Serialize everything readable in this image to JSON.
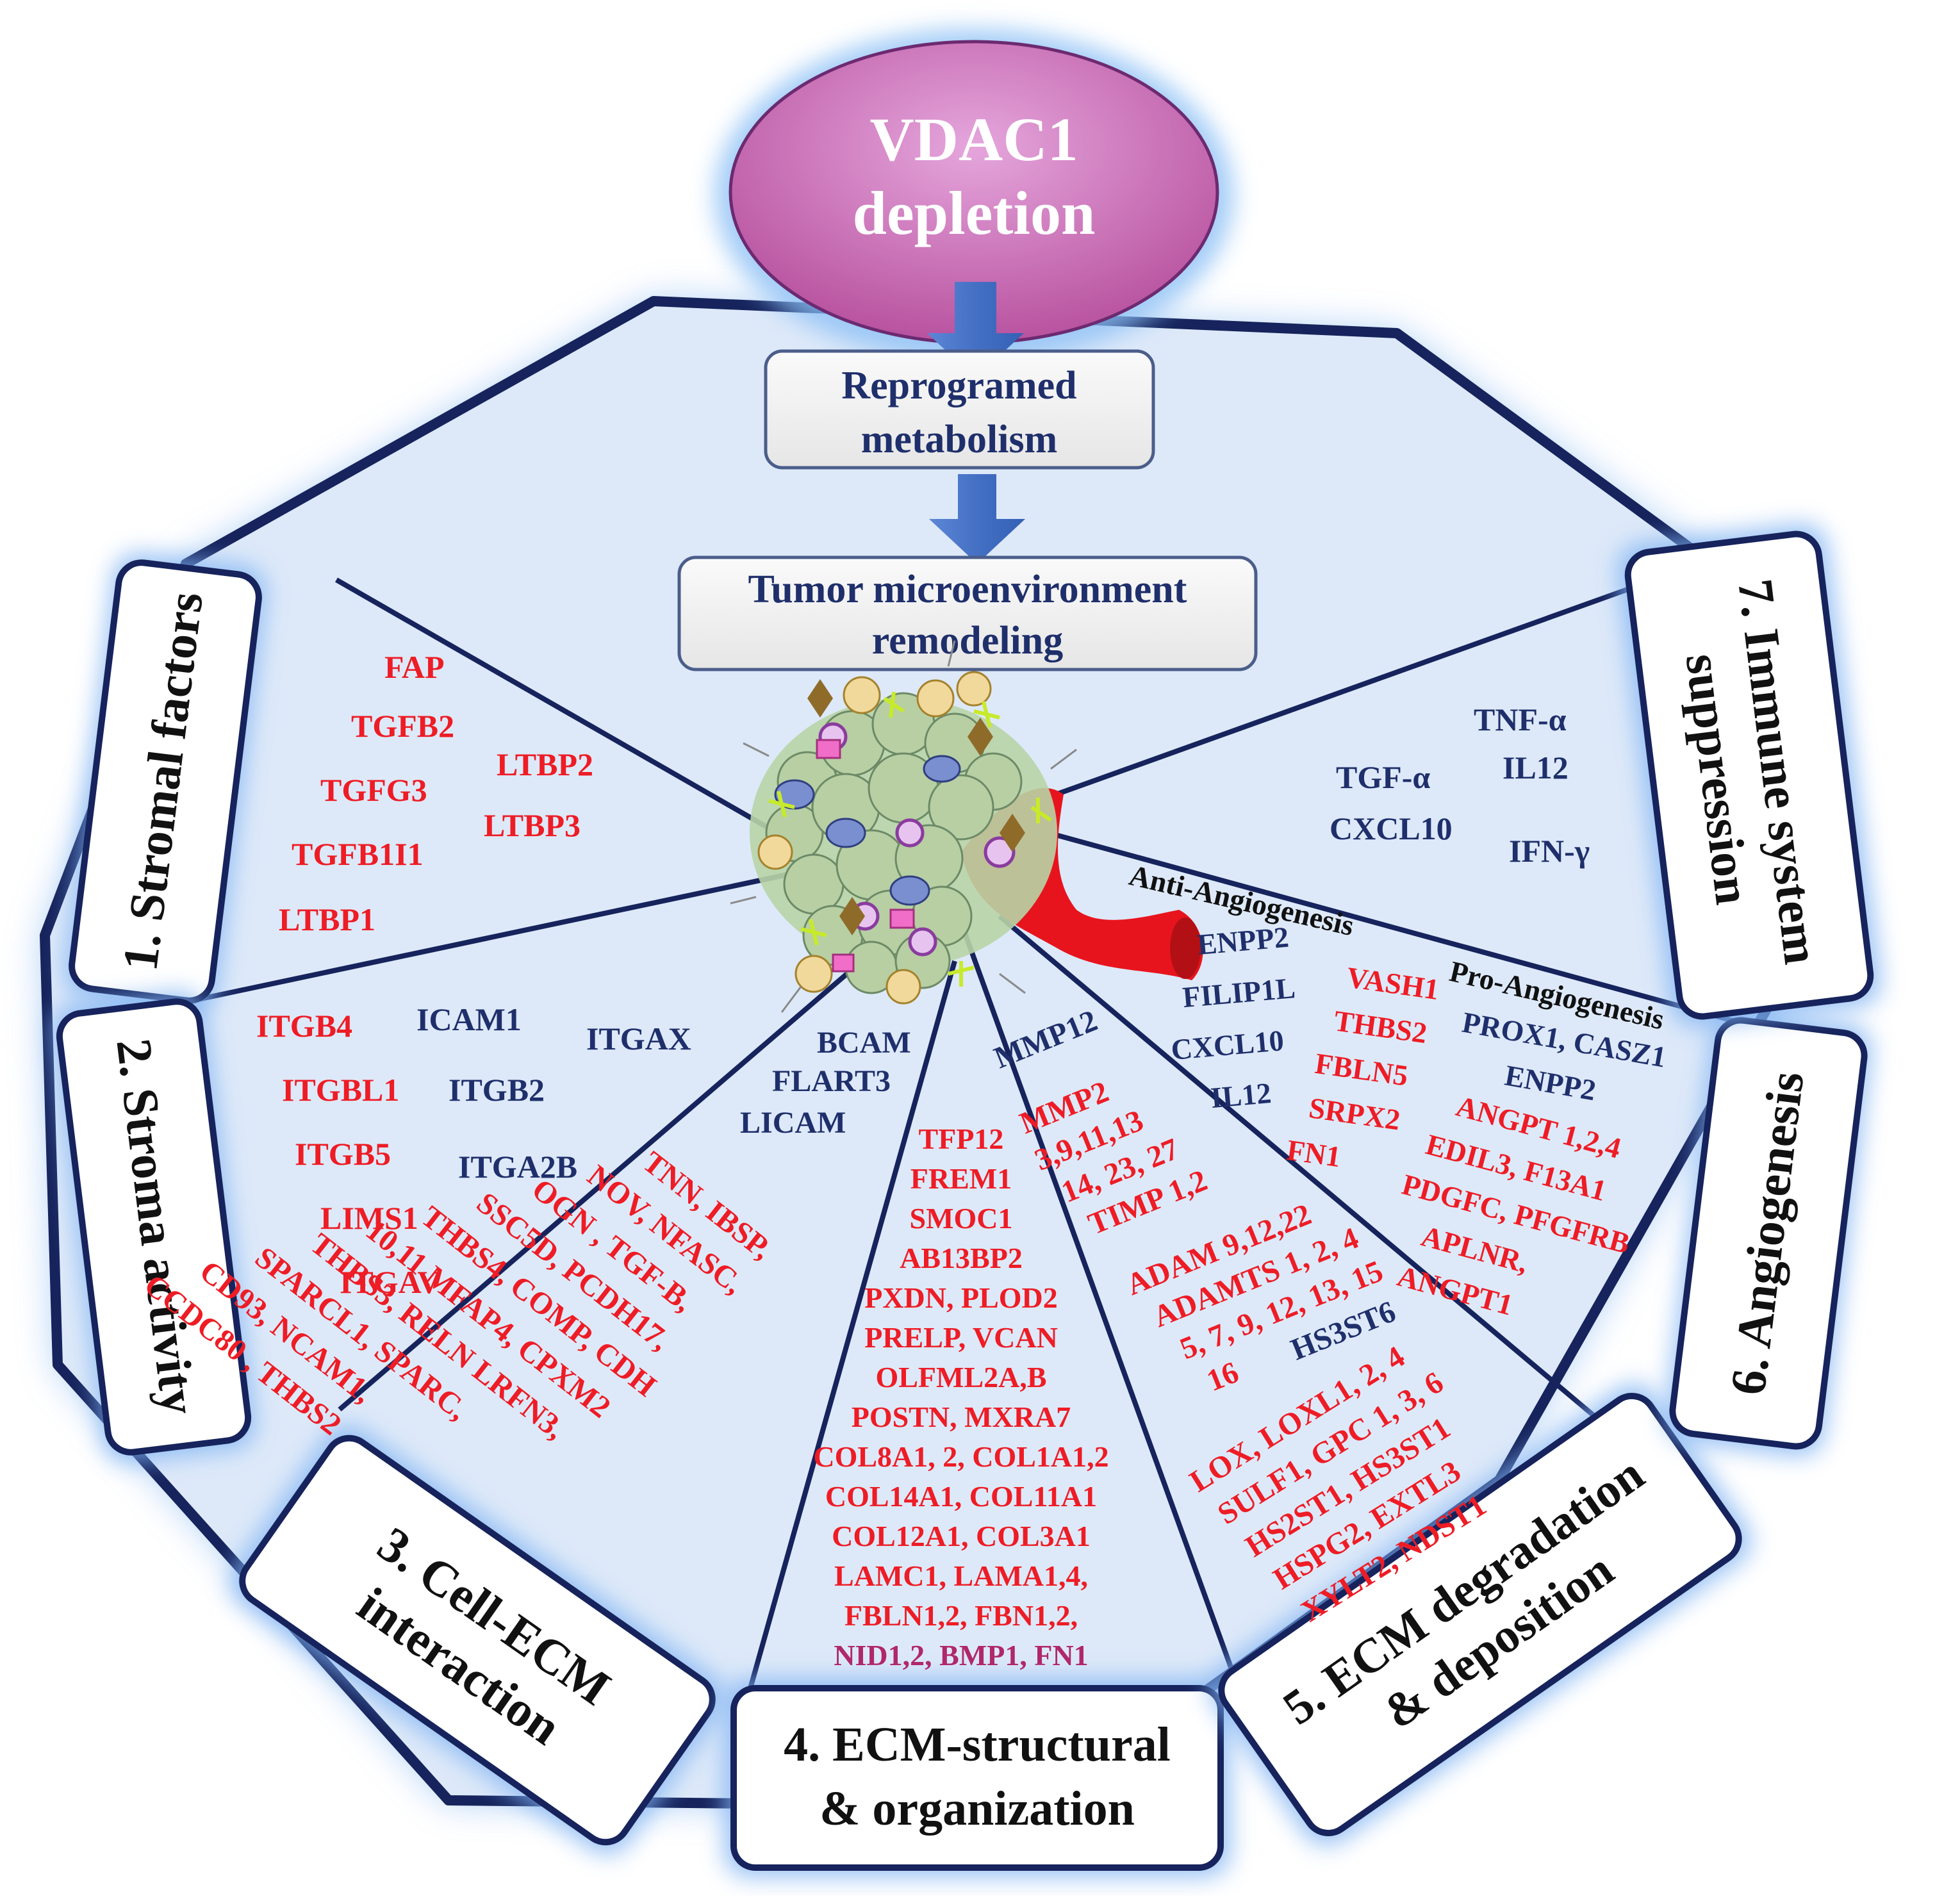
{
  "header": {
    "line1": "VDAC1",
    "line2": "depletion"
  },
  "flow": {
    "box1": [
      "Reprogramed",
      "metabolism"
    ],
    "box2": [
      "Tumor microenvironment",
      "remodeling"
    ]
  },
  "categories": {
    "c1": [
      "1. Stromal factors"
    ],
    "c2": [
      "2. Stroma activity"
    ],
    "c3": [
      "3. Cell-ECM",
      "interaction"
    ],
    "c4": [
      "4. ECM-structural",
      "& organization"
    ],
    "c5": [
      "5. ECM degradation",
      "& deposition"
    ],
    "c6": [
      "6. Angiogenesis"
    ],
    "c7": [
      "7. Immune system",
      "suppression"
    ]
  },
  "genes": {
    "stromal": [
      "FAP",
      "TGFB2",
      "LTBP2",
      "TGFG3",
      "LTBP3",
      "TGFB1I1",
      "LTBP1"
    ],
    "activity_red": [
      "ITGB4",
      "ITGBL1",
      "ITGB5",
      "LIMS1",
      "ITGAV"
    ],
    "activity_blue": [
      "ICAM1",
      "ITGAX",
      "ITGB2",
      "ITGA2B"
    ],
    "cell_blue": [
      "BCAM",
      "FLART3",
      "LICAM"
    ],
    "cell_red": [
      "TNN, IBSP,",
      "NOV, NFASC,",
      "OGN , TGF-B,",
      "SSC5D, PCDH17,",
      "THBS4, COMP, CDH",
      "10,11 MFAP4, CPXM2",
      "THBS3, RELN LRFN3,",
      "SPARCL1, SPARC,",
      "CD93, NCAM1,",
      "CCDC80 , THBS2"
    ],
    "structural": [
      "TFP12",
      "FREM1",
      "SMOC1",
      "AB13BP2",
      "PXDN, PLOD2",
      "PRELP, VCAN",
      "OLFML2A,B",
      "POSTN, MXRA7",
      "COL8A1, 2, COL1A1,2",
      "COL14A1, COL11A1",
      "COL12A1, COL3A1",
      "LAMC1, LAMA1,4,",
      "FBLN1,2, FBN1,2,",
      "NID1,2, BMP1, FN1"
    ],
    "deg_blue_top": "MMP12",
    "deg_red": [
      "MMP2",
      "3,9,11,13",
      "14, 23, 27",
      "TIMP 1,2",
      "ADAM 9,12,22",
      "ADAMTS 1, 2, 4",
      "5, 7, 9, 12, 13, 15",
      "16"
    ],
    "deg_blue_mid": "HS3ST6",
    "deg_red2": [
      "LOX, LOXL1, 2, 4",
      "SULF1, GPC 1, 3, 6",
      "HS2ST1, HS3ST1",
      "HSPG2, EXTL3",
      "XYLT2, NDST1"
    ],
    "anti_title": "Anti-Angiogenesis",
    "anti_blue": [
      "ENPP2",
      "FILIP1L",
      "CXCL10",
      "IL12"
    ],
    "anti_red": [
      "VASH1",
      "THBS2",
      "FBLN5",
      "SRPX2",
      "FN1"
    ],
    "pro_title": "Pro-Angiogenesis",
    "pro_blue": [
      "PROX1, CASZ1",
      "ENPP2"
    ],
    "pro_red": [
      "ANGPT 1,2,4",
      "EDIL3, F13A1",
      "PDGFC, PFGFRB",
      "APLNR,",
      "ANGPT1"
    ],
    "immune": [
      "TNF-α",
      "TGF-α",
      "IL12",
      "CXCL10",
      "IFN-γ"
    ]
  },
  "colors": {
    "red": "#ee1c25",
    "navy": "#1f2f6b",
    "octagon_fill": "#dde9f9",
    "octagon_stroke": "#16235c",
    "ellipse": "#c76bb8"
  }
}
